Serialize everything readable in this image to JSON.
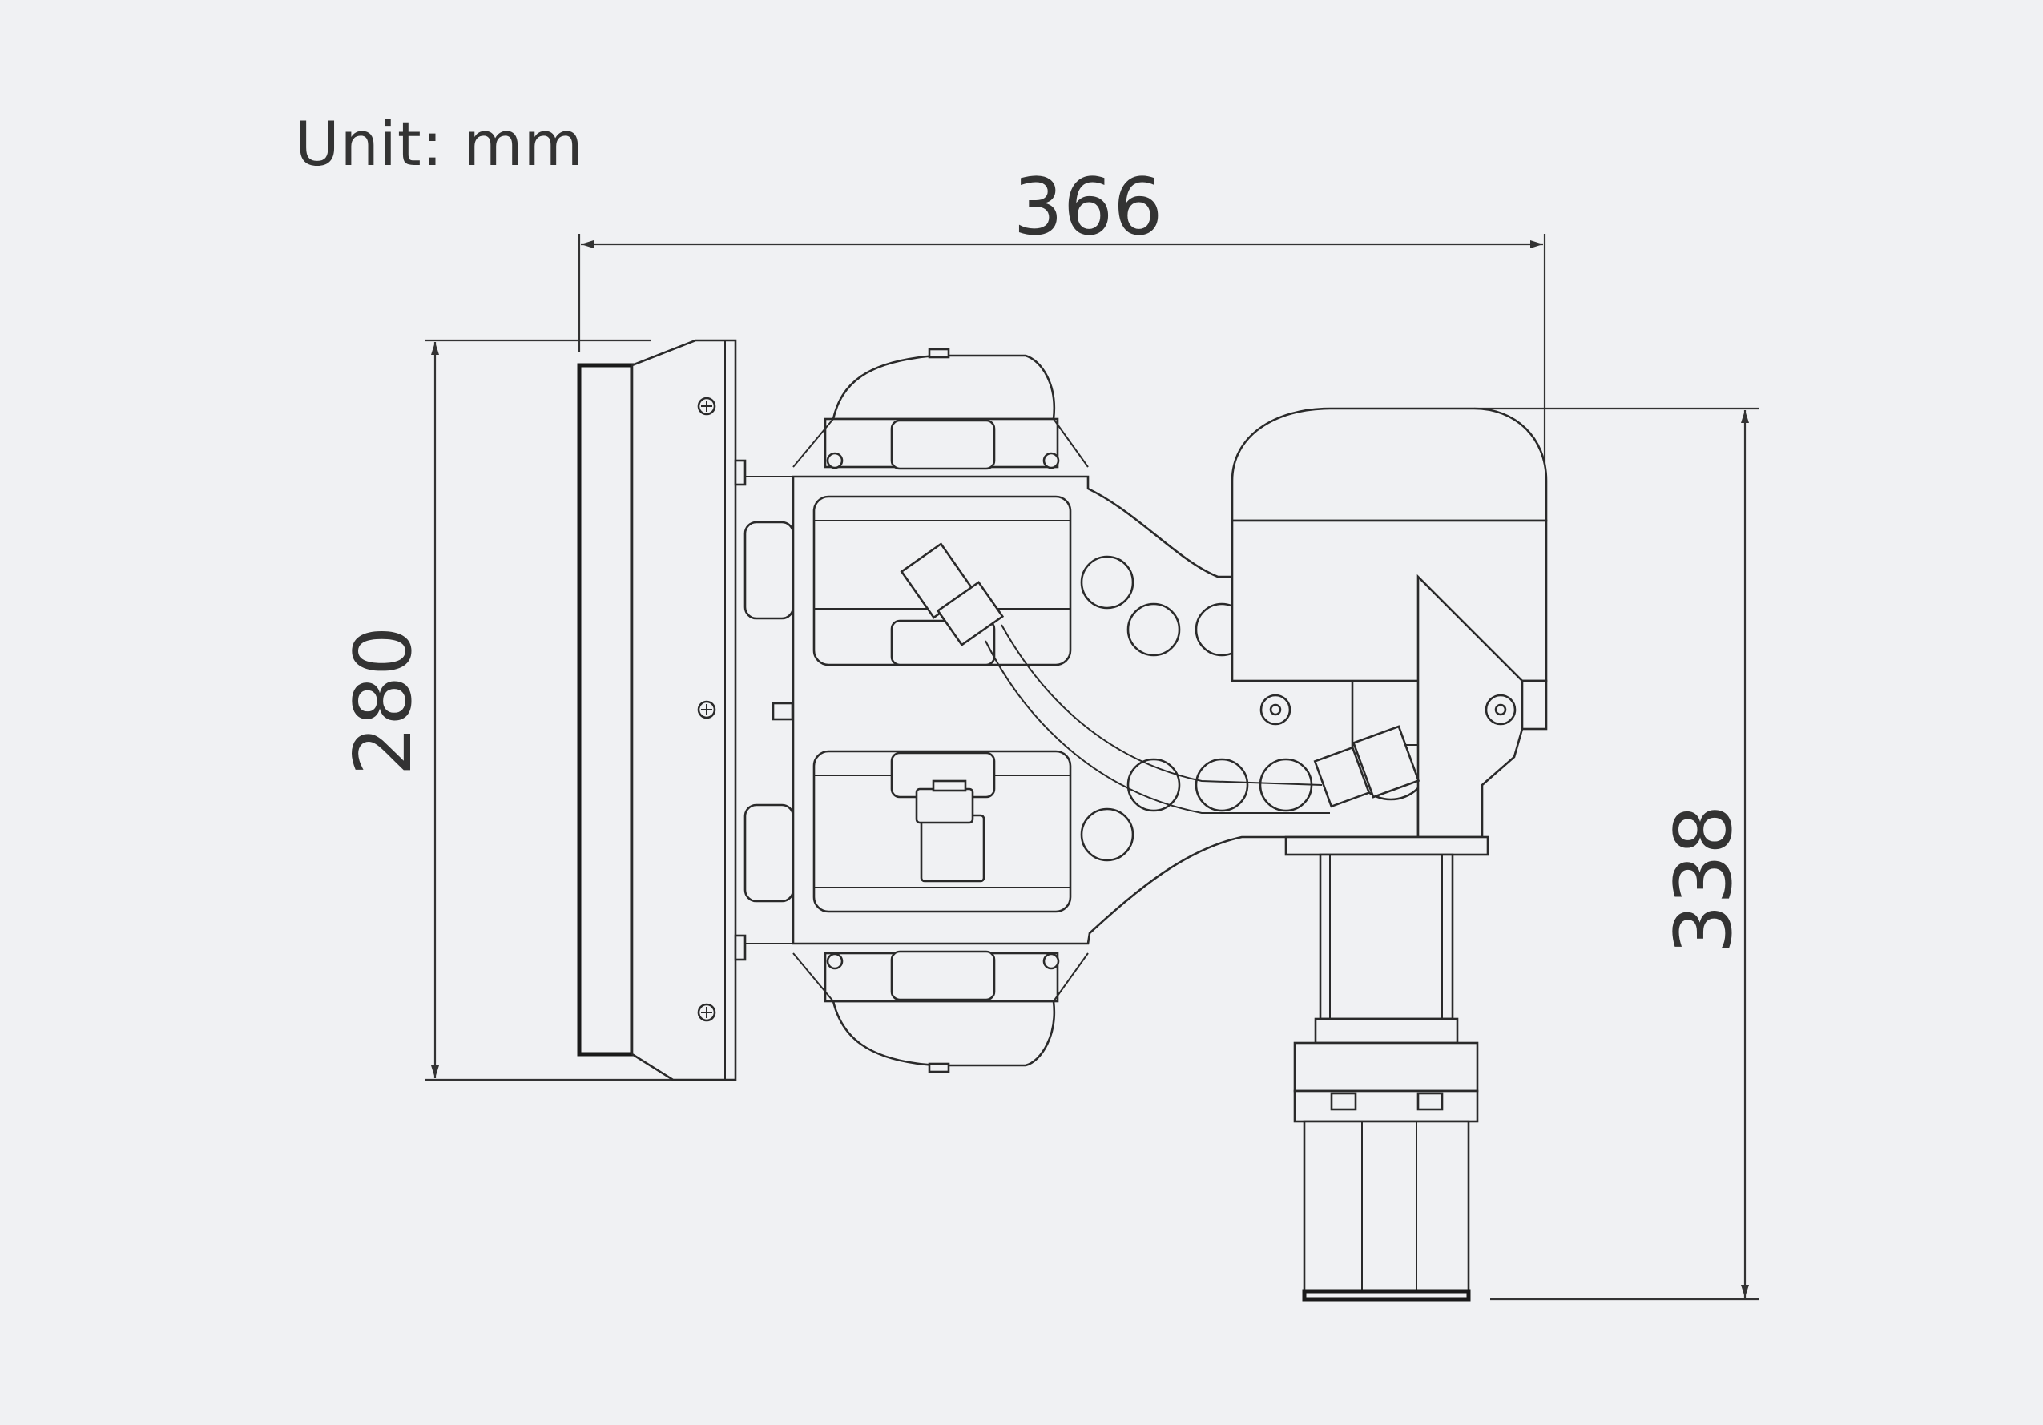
{
  "unit_label": "Unit: mm",
  "dimensions": {
    "width": "366",
    "mount_height": "280",
    "total_height": "338"
  },
  "colors": {
    "background": "#f0f1f3",
    "line": "#2a2a2a",
    "text": "#333333"
  }
}
